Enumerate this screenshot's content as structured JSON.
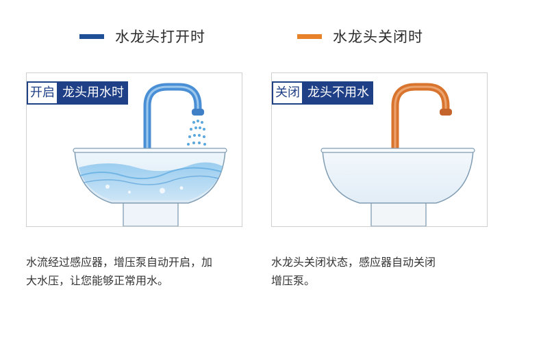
{
  "legend_on": {
    "label": "水龙头打开时",
    "color": "#1f4f96"
  },
  "legend_off": {
    "label": "水龙头关闭时",
    "color": "#e8822a"
  },
  "panel_on": {
    "tag_state": "开启",
    "tag_text": "龙头用水时"
  },
  "panel_off": {
    "tag_state": "关闭",
    "tag_text": "龙头不用水"
  },
  "desc_on": {
    "line1": "水流经过感应器，增压泵自动开启，加",
    "line2": "大水压，让您能够正常用水。"
  },
  "desc_off": {
    "line1": "水龙头关闭状态，感应器自动关闭",
    "line2": "增压泵。"
  },
  "colors": {
    "tag_blue": "#1f3f86",
    "faucet_on": "#4a8fd6",
    "faucet_off": "#d8742e",
    "water": "#5aa8e0"
  }
}
